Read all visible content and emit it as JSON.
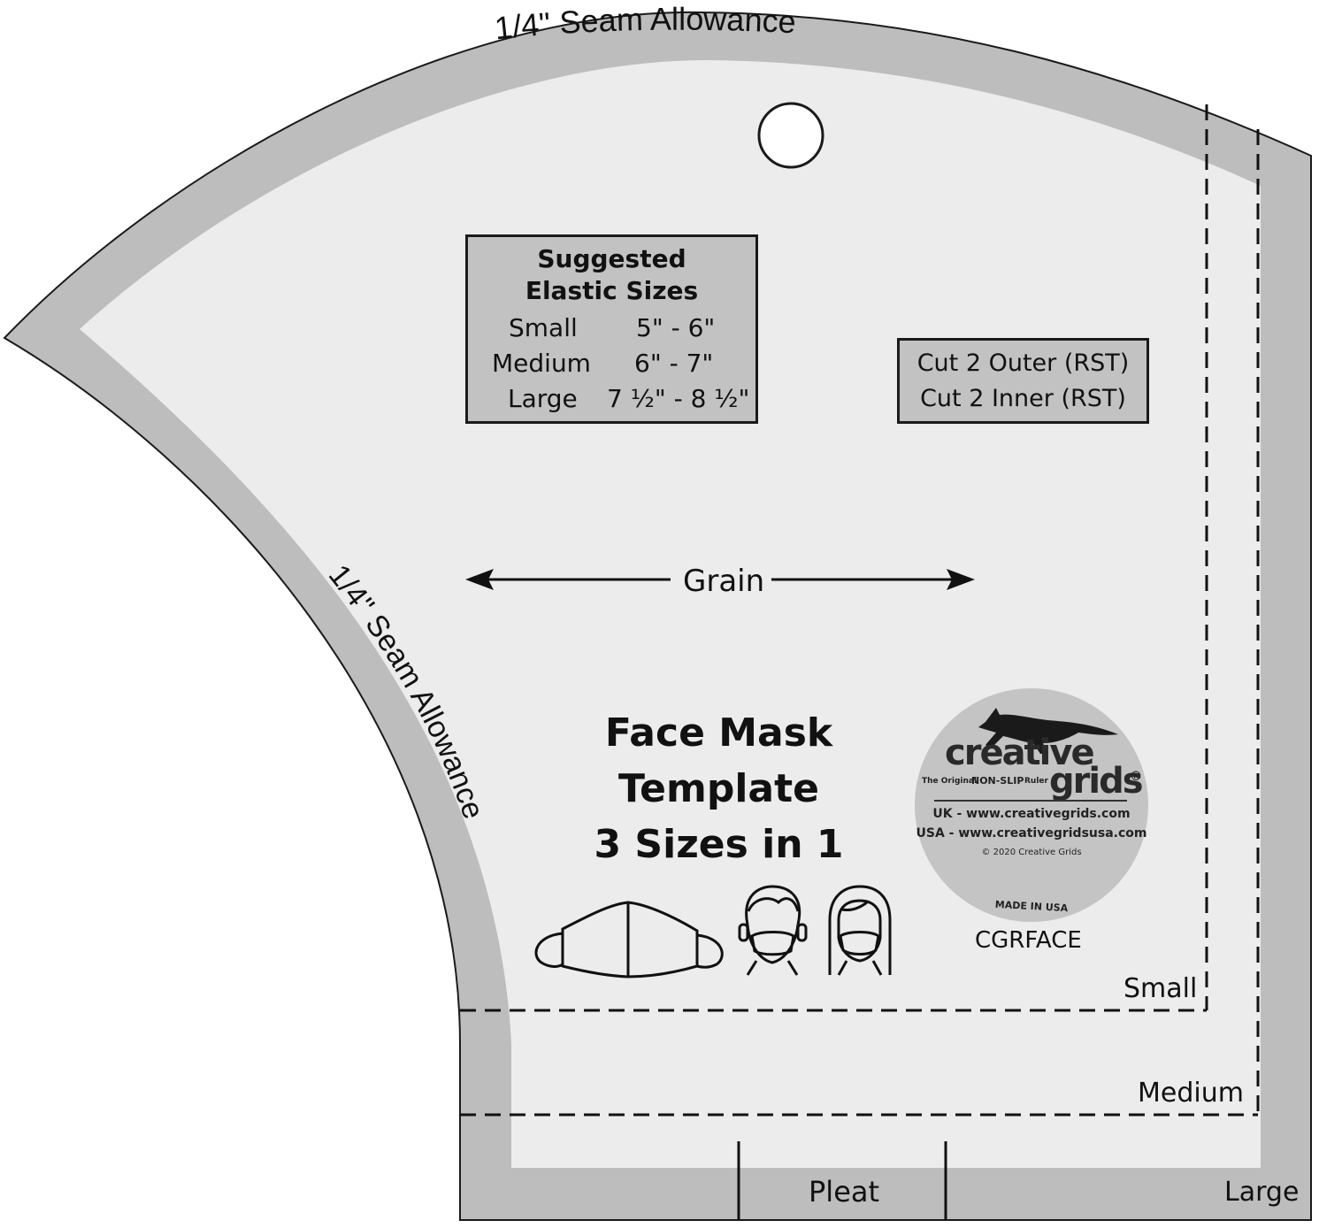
{
  "colors": {
    "template_fill": "#ececec",
    "seam_band": "#bdbdbd",
    "outline": "#1a1a1a",
    "text": "#111111",
    "label_box": "#c2c2c2",
    "logo_fill": "#c4c4c4"
  },
  "seam_allowance_top": "1/4\" Seam Allowance",
  "seam_allowance_left": "1/4\" Seam Allowance",
  "elastic": {
    "title_line1": "Suggested",
    "title_line2": "Elastic Sizes",
    "rows": [
      {
        "size": "Small",
        "length": "5\" - 6\""
      },
      {
        "size": "Medium",
        "length": "6\" - 7\""
      },
      {
        "size": "Large",
        "length": "7 ½\" - 8 ½\""
      }
    ]
  },
  "cut": {
    "line1": "Cut 2 Outer (RST)",
    "line2": "Cut 2 Inner (RST)"
  },
  "grain_label": "Grain",
  "product": {
    "line1": "Face Mask",
    "line2": "Template",
    "line3": "3 Sizes in 1",
    "code": "CGRFACE"
  },
  "logo": {
    "word1": "creative",
    "word2": "grids",
    "registered": "®",
    "tagline_prefix": "The Original",
    "tagline_bold": "NON-SLIP",
    "tagline_suffix": "Ruler",
    "uk_site": "UK - www.creativegrids.com",
    "usa_site": "USA - www.creativegridsusa.com",
    "copyright": "© 2020 Creative Grids",
    "made_in": "MADE IN USA",
    "mascot_icon": "fox-icon"
  },
  "size_lines": {
    "small": "Small",
    "medium": "Medium",
    "large": "Large"
  },
  "pleat_label": "Pleat",
  "icons": [
    "mask-icon",
    "man-with-mask-icon",
    "woman-with-mask-icon",
    "hanging-hole-icon"
  ]
}
